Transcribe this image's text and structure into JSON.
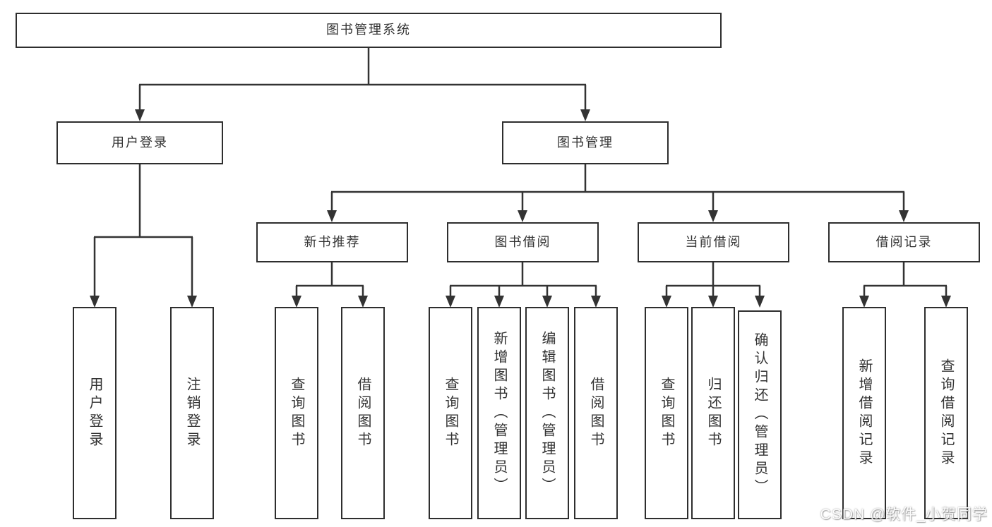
{
  "tree": {
    "root": {
      "label": "图书管理系统",
      "children": [
        {
          "label": "用户登录",
          "children": [
            {
              "label": "用户登录"
            },
            {
              "label": "注销登录"
            }
          ]
        },
        {
          "label": "图书管理",
          "children": [
            {
              "label": "新书推荐",
              "children": [
                {
                  "label": "查询图书"
                },
                {
                  "label": "借阅图书"
                }
              ]
            },
            {
              "label": "图书借阅",
              "children": [
                {
                  "label": "查询图书"
                },
                {
                  "label": "新增图书（管理员）"
                },
                {
                  "label": "编辑图书（管理员）"
                },
                {
                  "label": "借阅图书"
                }
              ]
            },
            {
              "label": "当前借阅",
              "children": [
                {
                  "label": "查询图书"
                },
                {
                  "label": "归还图书"
                },
                {
                  "label": "确认归还（管理员）"
                }
              ]
            },
            {
              "label": "借阅记录",
              "children": [
                {
                  "label": "新增借阅记录"
                },
                {
                  "label": "查询借阅记录"
                }
              ]
            }
          ]
        }
      ]
    }
  },
  "watermark": {
    "text": "CSDN @软件_小贺同学"
  },
  "colors": {
    "line": "#333333",
    "box_border": "#2e2e2e",
    "text": "#333333",
    "background": "#ffffff",
    "watermark": "#ffffff"
  }
}
